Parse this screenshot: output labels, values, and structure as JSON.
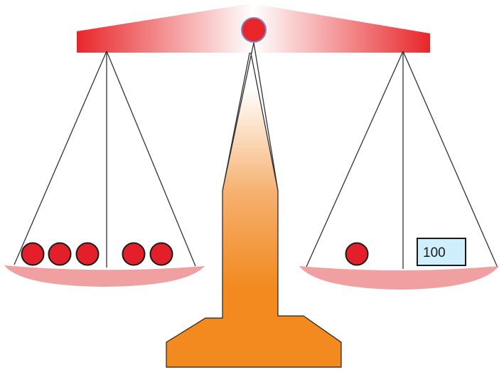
{
  "scale": {
    "left_pan": {
      "balls": 5
    },
    "right_pan": {
      "balls": 1,
      "weight_label": "100"
    }
  },
  "colors": {
    "beam_edge": "#e8262a",
    "beam_center": "#ffffff",
    "stand_top": "#ffffff",
    "stand_body": "#f28a1f",
    "ball_fill": "#e3202a",
    "pivot_fill": "#e8262a",
    "pivot_stroke": "#7f87c9",
    "pan_fill": "#f0a0a0",
    "weight_box_fill": "#cfeffc",
    "string": "#333333"
  }
}
